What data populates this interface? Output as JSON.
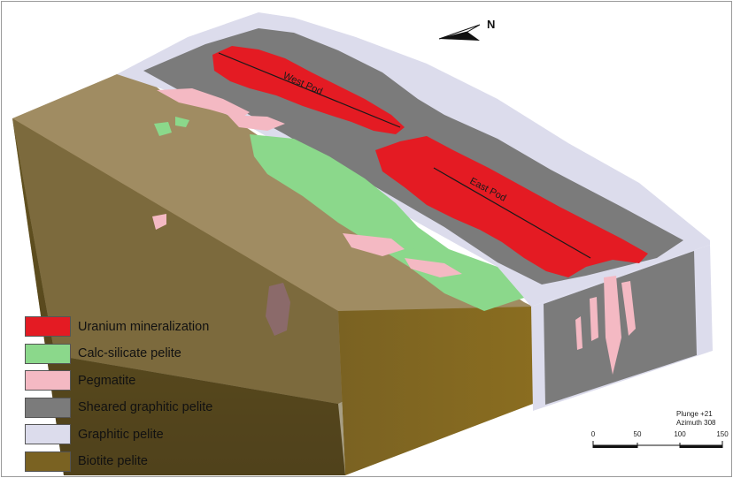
{
  "legend": {
    "items": [
      {
        "label": "Uranium mineralization",
        "color": "#e41b23"
      },
      {
        "label": "Calc-silicate pelite",
        "color": "#8bd88b"
      },
      {
        "label": "Pegmatite",
        "color": "#f4b9c3"
      },
      {
        "label": "Sheared graphitic pelite",
        "color": "#7b7b7b"
      },
      {
        "label": "Graphitic pelite",
        "color": "#dcdcec"
      },
      {
        "label": "Biotite pelite",
        "color": "#7a6222"
      }
    ]
  },
  "labels": {
    "west_pod": "West Pod",
    "east_pod": "East Pod",
    "north": "N"
  },
  "view": {
    "plunge": "Plunge +21",
    "azimuth": "Azimuth 308"
  },
  "scale_bar": {
    "ticks": [
      "0",
      "50",
      "100",
      "150"
    ]
  }
}
